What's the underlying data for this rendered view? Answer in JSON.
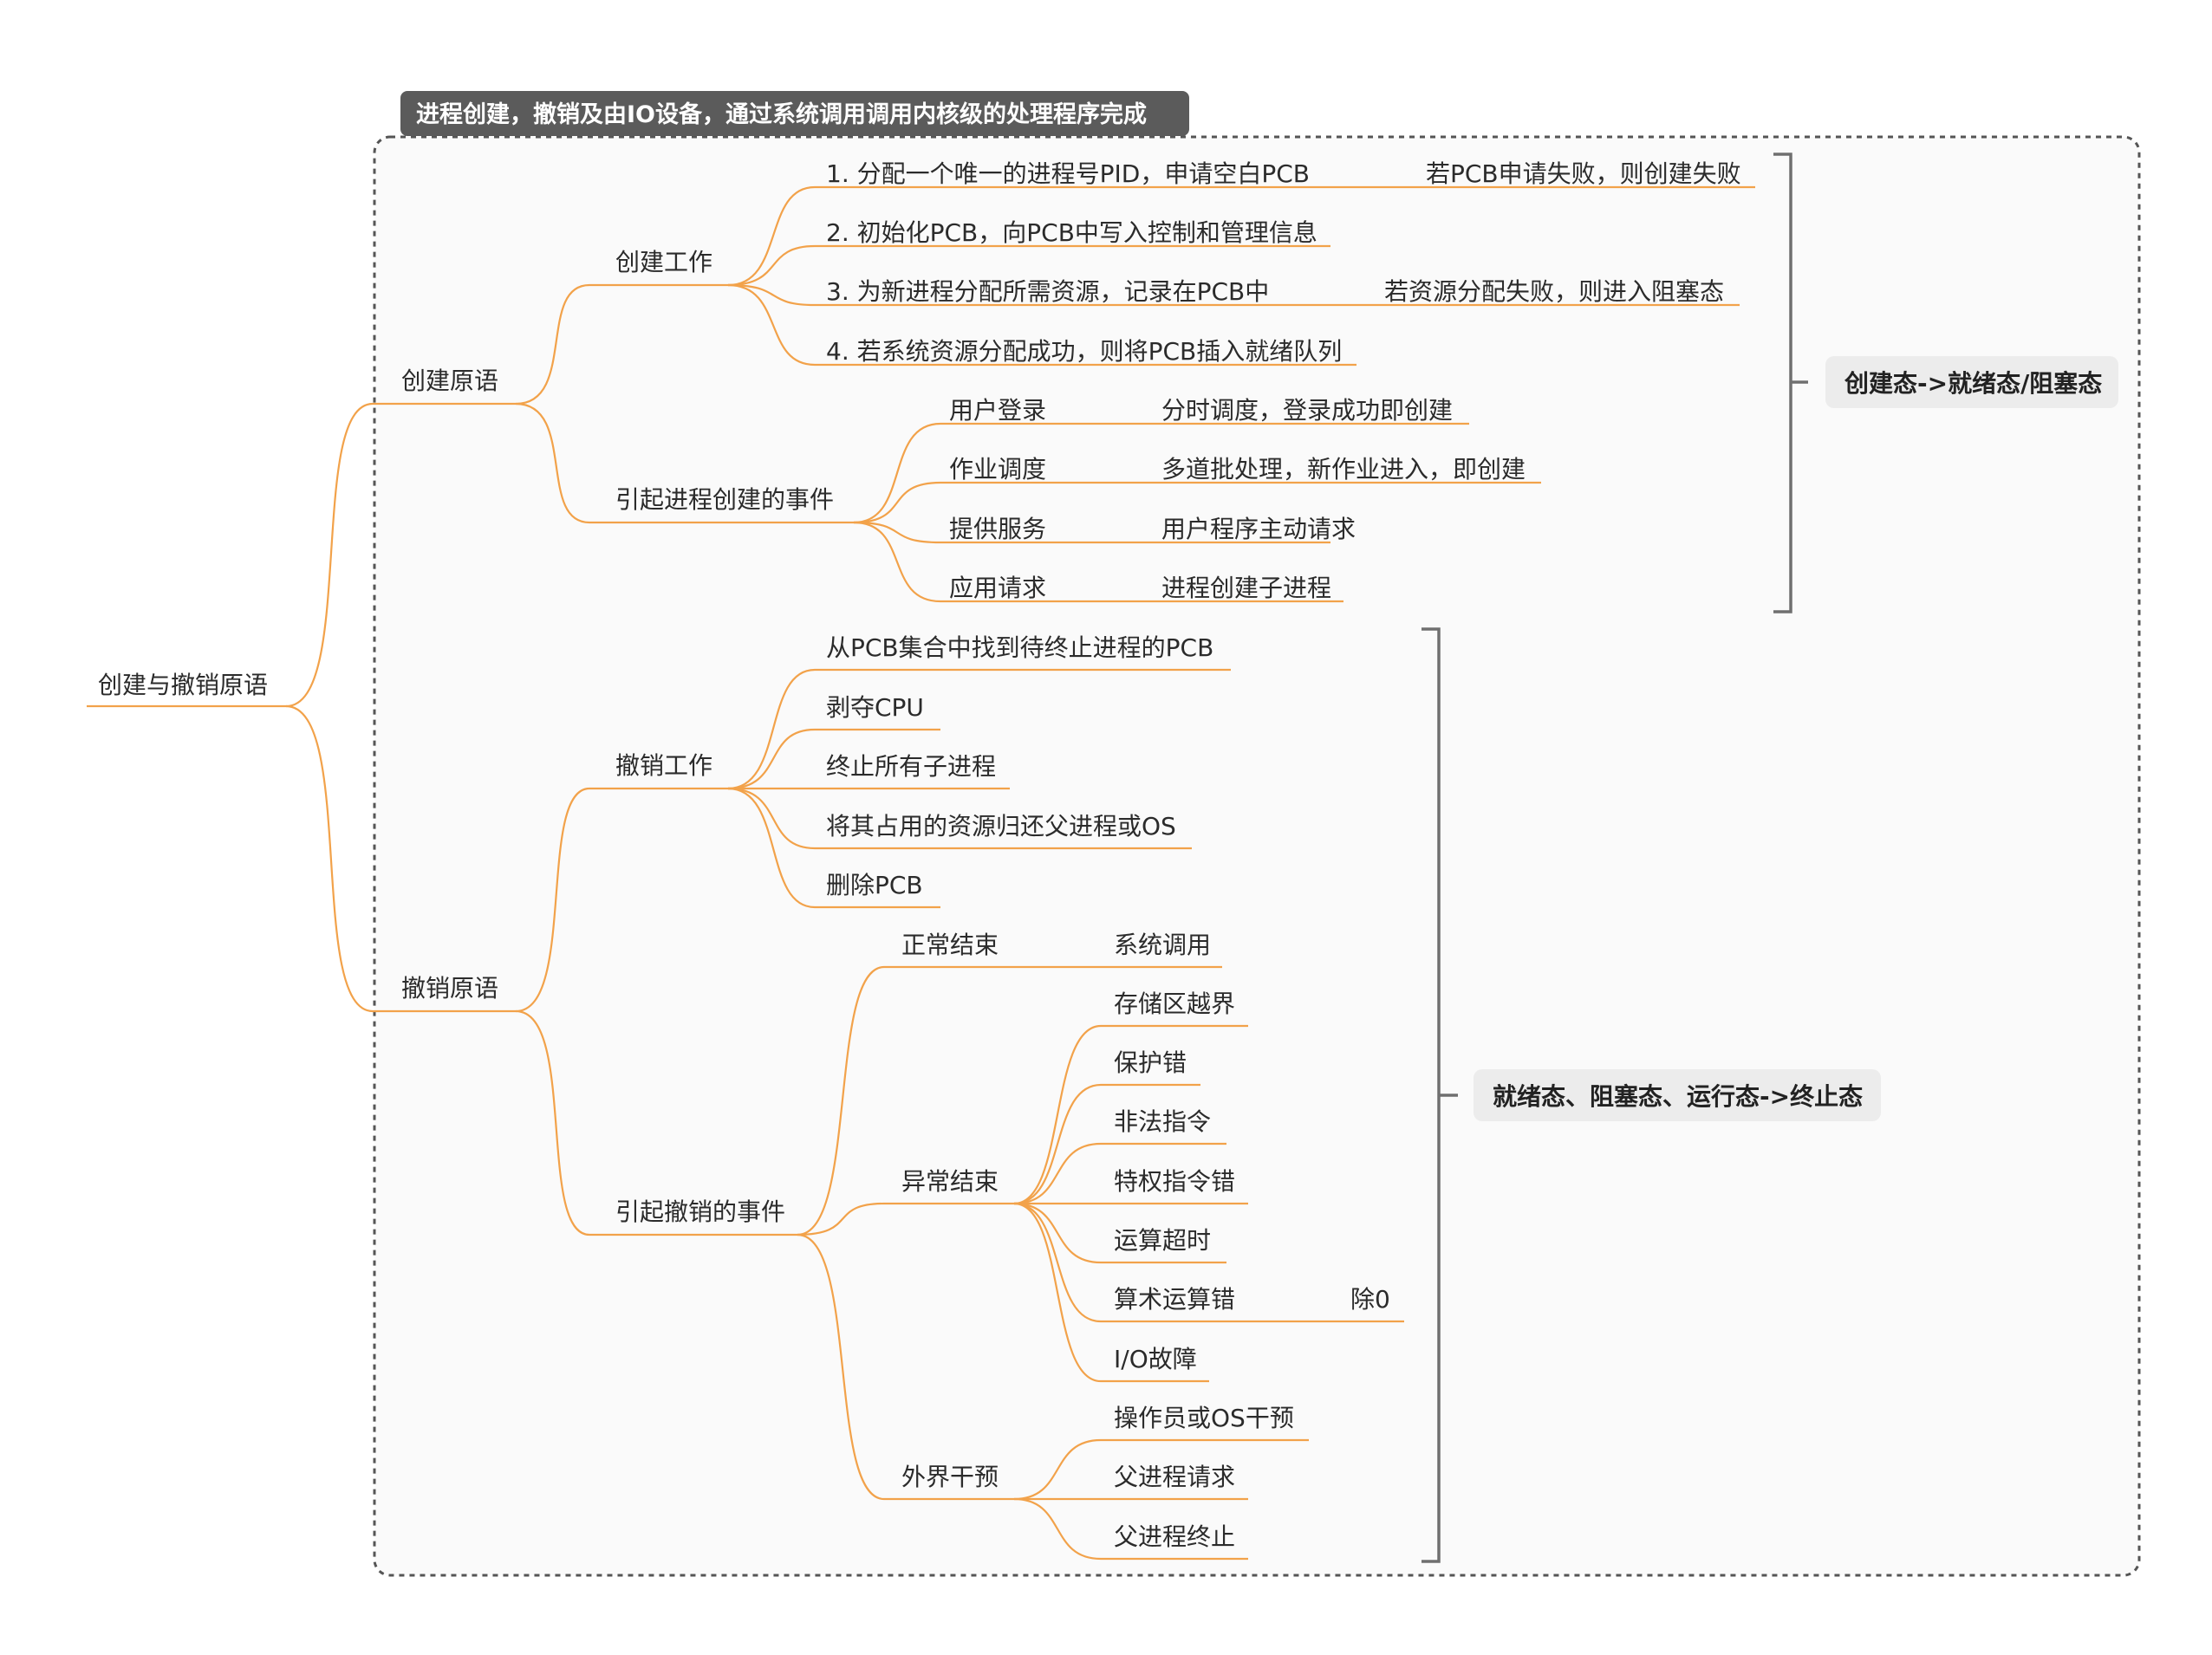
{
  "boundary": {
    "title": "进程创建，撤销及由IO设备，通过系统调用调用内核级的处理程序完成"
  },
  "root": "创建与撤销原语",
  "create": {
    "label": "创建原语",
    "work": {
      "label": "创建工作",
      "steps": [
        "1. 分配一个唯一的进程号PID，申请空白PCB",
        "2. 初始化PCB，向PCB中写入控制和管理信息",
        "3. 为新进程分配所需资源，记录在PCB中",
        "4. 若系统资源分配成功，则将PCB插入就绪队列"
      ],
      "step1_note": "若PCB申请失败，则创建失败",
      "step3_note": "若资源分配失败，则进入阻塞态"
    },
    "events": {
      "label": "引起进程创建的事件",
      "items": [
        {
          "name": "用户登录",
          "detail": "分时调度，登录成功即创建"
        },
        {
          "name": "作业调度",
          "detail": "多道批处理，新作业进入，即创建"
        },
        {
          "name": "提供服务",
          "detail": "用户程序主动请求"
        },
        {
          "name": "应用请求",
          "detail": "进程创建子进程"
        }
      ]
    },
    "summary": "创建态->就绪态/阻塞态"
  },
  "destroy": {
    "label": "撤销原语",
    "work": {
      "label": "撤销工作",
      "steps": [
        "从PCB集合中找到待终止进程的PCB",
        "剥夺CPU",
        "终止所有子进程",
        "将其占用的资源归还父进程或OS",
        "删除PCB"
      ]
    },
    "events": {
      "label": "引起撤销的事件",
      "normal": {
        "label": "正常结束",
        "items": [
          "系统调用"
        ]
      },
      "abnormal": {
        "label": "异常结束",
        "items": [
          "存储区越界",
          "保护错",
          "非法指令",
          "特权指令错",
          "运算超时",
          "算术运算错",
          "I/O故障"
        ],
        "arith_note": "除0"
      },
      "external": {
        "label": "外界干预",
        "items": [
          "操作员或OS干预",
          "父进程请求",
          "父进程终止"
        ]
      }
    },
    "summary": "就绪态、阻塞态、运行态->终止态"
  }
}
